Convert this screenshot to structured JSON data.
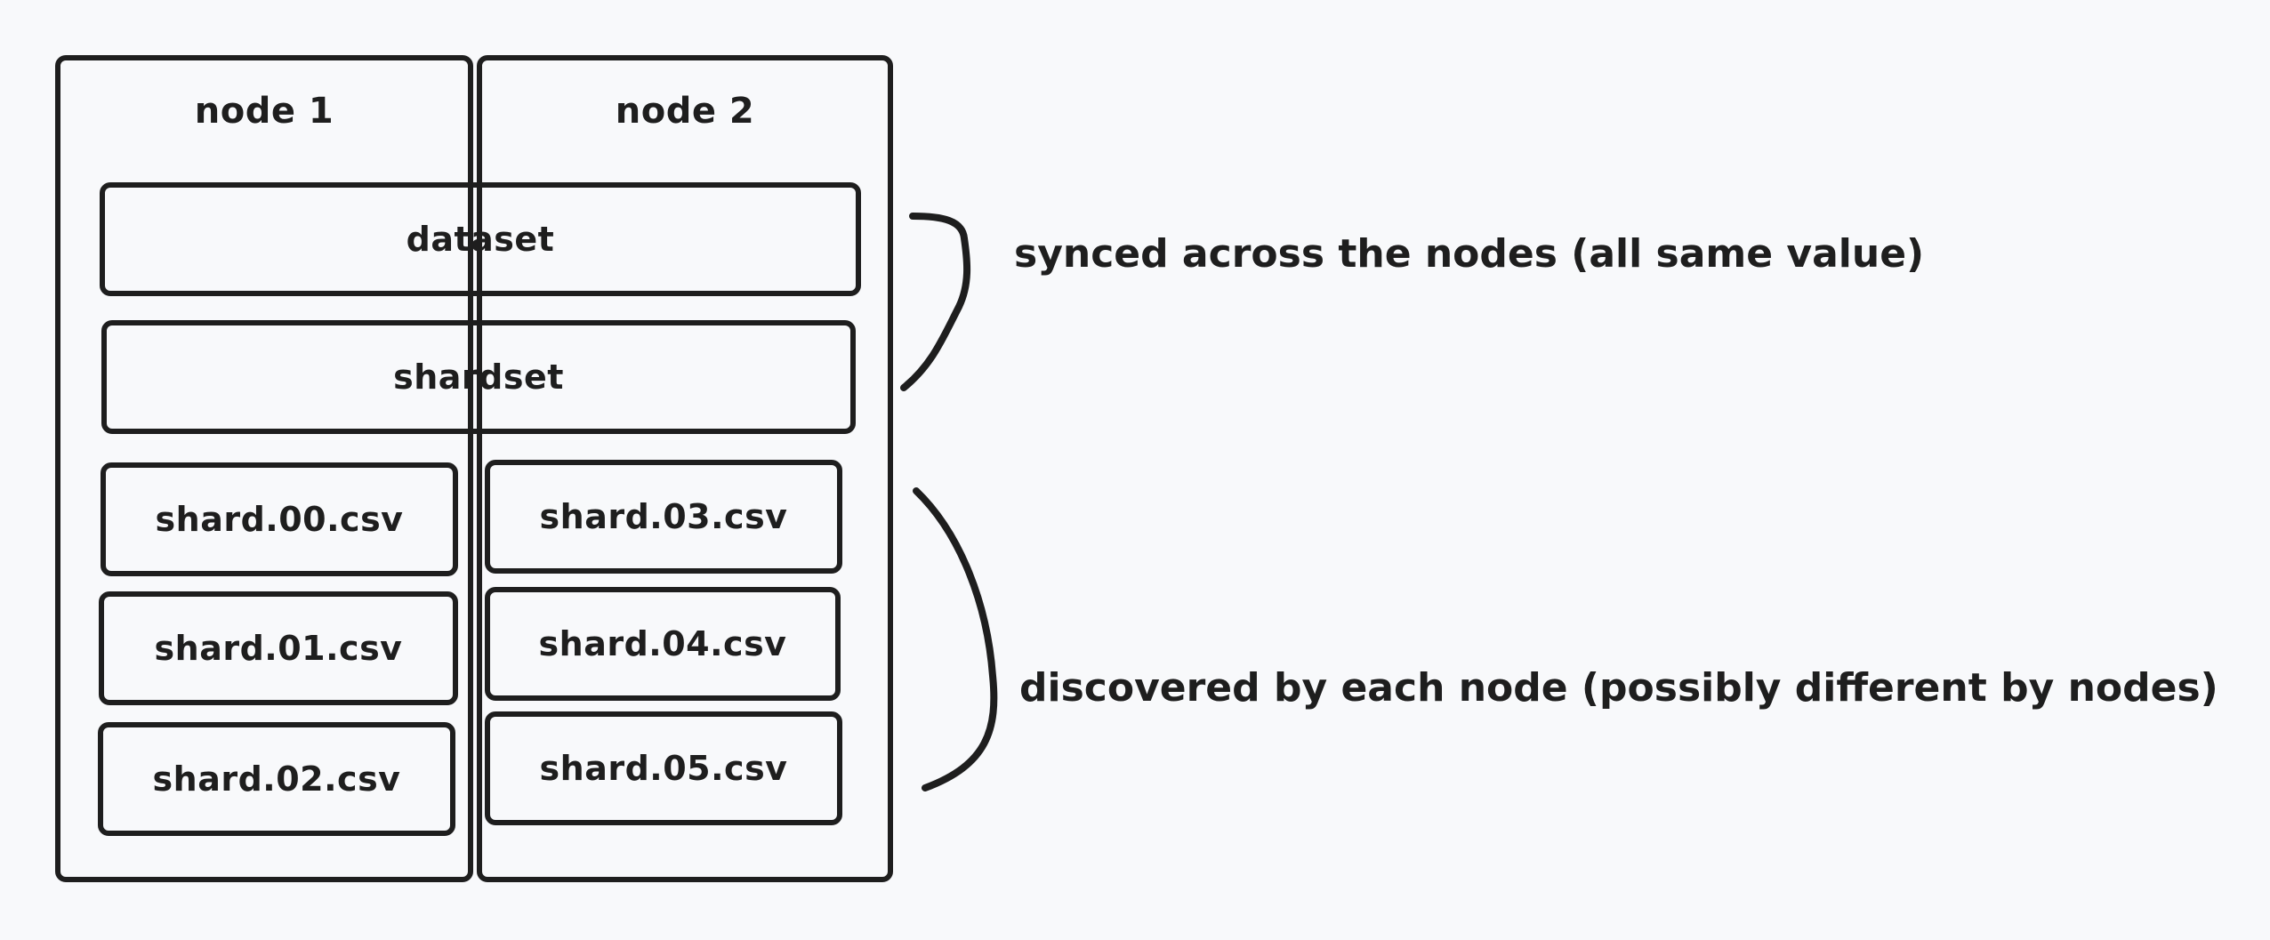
{
  "nodes": {
    "node1": {
      "label": "node 1"
    },
    "node2": {
      "label": "node 2"
    }
  },
  "synced": {
    "dataset": "dataset",
    "shardset": "shardset"
  },
  "shards": {
    "node1": [
      "shard.00.csv",
      "shard.01.csv",
      "shard.02.csv"
    ],
    "node2": [
      "shard.03.csv",
      "shard.04.csv",
      "shard.05.csv"
    ]
  },
  "annotations": {
    "synced_note": "synced across the nodes (all same value)",
    "discovered_note": "discovered by each node (possibly different by nodes)"
  },
  "colors": {
    "stroke": "#1e1e1e",
    "background": "#f8f9fb"
  }
}
